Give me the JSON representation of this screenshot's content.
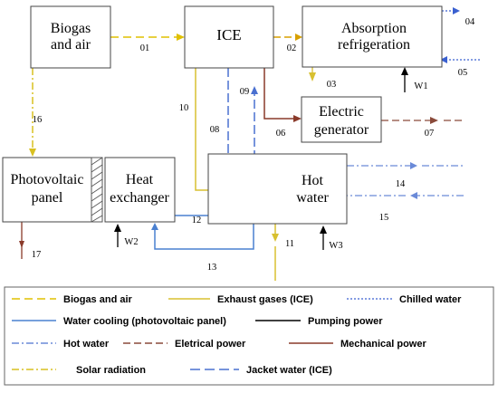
{
  "boxes": {
    "biogas": [
      "Biogas",
      "and air"
    ],
    "ice": [
      "ICE"
    ],
    "absorption": [
      "Absorption",
      "refrigeration"
    ],
    "generator": [
      "Electric",
      "generator"
    ],
    "hotwater": [
      "Hot",
      "water"
    ],
    "pv": [
      "Photovoltaic",
      "panel"
    ],
    "hx": [
      "Heat",
      "exchanger"
    ]
  },
  "streams": [
    "01",
    "02",
    "03",
    "04",
    "05",
    "06",
    "07",
    "08",
    "09",
    "10",
    "11",
    "12",
    "13",
    "14",
    "15",
    "16",
    "17"
  ],
  "pumps": [
    "W1",
    "W2",
    "W3"
  ],
  "legend": [
    {
      "label": "Biogas and air",
      "color": "#e0c000",
      "style": "dash"
    },
    {
      "label": "Exhaust gases (ICE)",
      "color": "#d8c030",
      "style": "solid"
    },
    {
      "label": "Chilled water",
      "color": "#3a60d0",
      "style": "dot"
    },
    {
      "label": "Water cooling (photovoltaic panel)",
      "color": "#4a80d0",
      "style": "solid"
    },
    {
      "label": "Pumping power",
      "color": "#000000",
      "style": "solid"
    },
    {
      "label": "Hot water",
      "color": "#6a8ad8",
      "style": "dashdot"
    },
    {
      "label": "Eletrical power",
      "color": "#8a4a3a",
      "style": "dash"
    },
    {
      "label": "Mechanical power",
      "color": "#8a3a2a",
      "style": "solid"
    },
    {
      "label": "Solar radiation",
      "color": "#d8c020",
      "style": "dashdot"
    },
    {
      "label": "Jacket water (ICE)",
      "color": "#4a70d0",
      "style": "longdash"
    }
  ]
}
